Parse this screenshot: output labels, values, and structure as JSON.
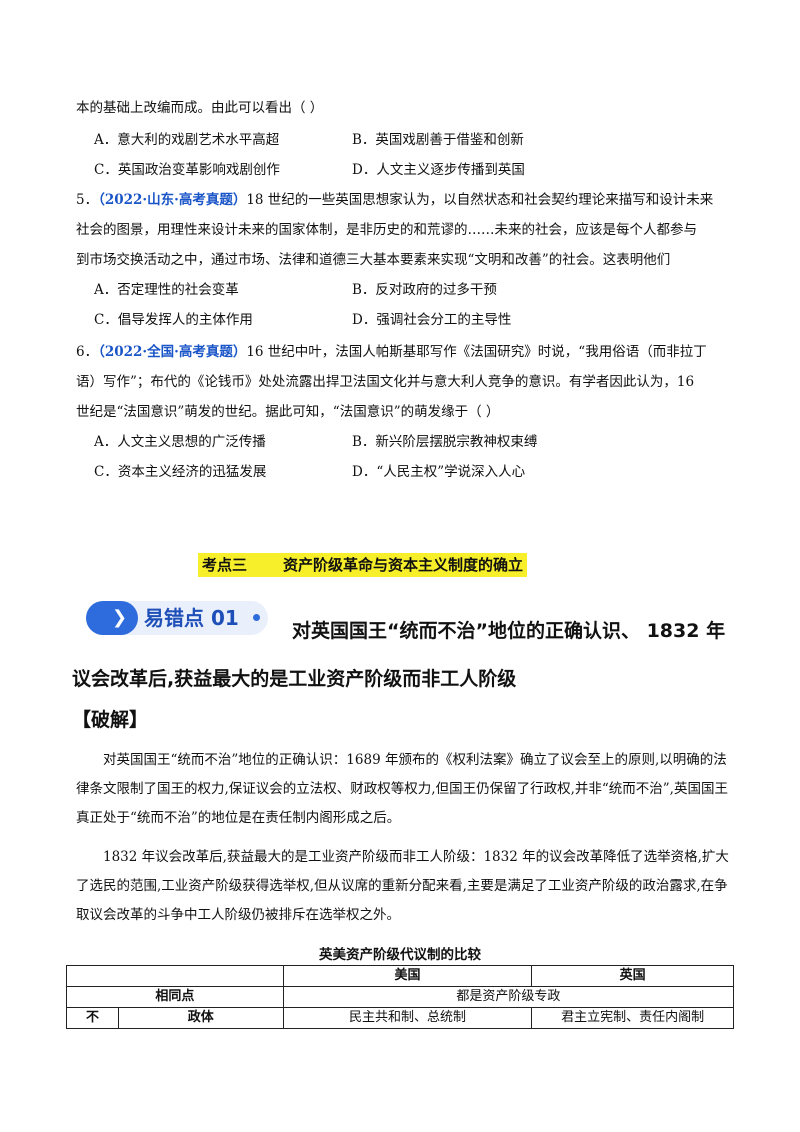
{
  "lines": {
    "l1": "本的基础上改编而成。由此可以看出（    ）"
  },
  "q4": {
    "a": "A．意大利的戏剧艺术水平高超",
    "b": "B．英国戏剧善于借鉴和创新",
    "c": "C．英国政治变革影响戏剧创作",
    "d": "D．人文主义逐步传播到英国"
  },
  "q5": {
    "num": "5．",
    "src": "（2022·山东·高考真题）",
    "l1": "18 世纪的一些英国思想家认为，以自然状态和社会契约理论来描写和设计未来",
    "l2": "社会的图景，用理性来设计未来的国家体制，是非历史的和荒谬的……未来的社会，应该是每个人都参与",
    "l3": "到市场交换活动之中，通过市场、法律和道德三大基本要素来实现“文明和改善”的社会。这表明他们",
    "a": "A．否定理性的社会变革",
    "b": "B．反对政府的过多干预",
    "c": "C．倡导发挥人的主体作用",
    "d": "D．强调社会分工的主导性"
  },
  "q6": {
    "num": "6．",
    "src": "（2022·全国·高考真题）",
    "l1": "16 世纪中叶，法国人帕斯基耶写作《法国研究》时说，“我用俗语（而非拉丁",
    "l2": "语）写作”；布代的《论钱币》处处流露出捍卫法国文化并与意大利人竞争的意识。有学者因此认为，16",
    "l3": "世纪是“法国意识”萌发的世纪。据此可知，“法国意识”的萌发缘于（    ）",
    "a": "A．人文主义思想的广泛传播",
    "b": "B．新兴阶层摆脱宗教神权束缚",
    "c": "C．资本主义经济的迅猛发展",
    "d": "D．“人民主权”学说深入人心"
  },
  "section": {
    "kaodian": "考点三",
    "title": "资产阶级革命与资本主义制度的确立"
  },
  "badge": {
    "text": "易错点 01"
  },
  "heading": {
    "line1": "对英国国王“统而不治”地位的正确认识、 1832 年",
    "line2": "议会改革后,获益最大的是工业资产阶级而非工人阶级"
  },
  "pojie": "【破解】",
  "para1": "对英国国王“统而不治”地位的正确认识：1689 年颁布的《权利法案》确立了议会至上的原则,以明确的法律条文限制了国王的权力,保证议会的立法权、财政权等权力,但国王仍保留了行政权,并非“统而不治”,英国国王真正处于“统而不治”的地位是在责任制内阁形成之后。",
  "para2": "1832 年议会改革后,获益最大的是工业资产阶级而非工人阶级：1832 年的议会改革降低了选举资格,扩大了选民的范围,工业资产阶级获得选举权,但从议席的重新分配来看,主要是满足了工业资产阶级的政治露求,在争取议会改革的斗争中工人阶级仍被排斥在选举权之外。",
  "table": {
    "caption": "英美资产阶级代议制的比较",
    "h_usa": "美国",
    "h_uk": "英国",
    "same_label": "相同点",
    "same_value": "都是资产阶级专政",
    "diff_label": "不",
    "row_label": "政体",
    "usa_val": "民主共和制、总统制",
    "uk_val": "君主立宪制、责任内阁制"
  }
}
